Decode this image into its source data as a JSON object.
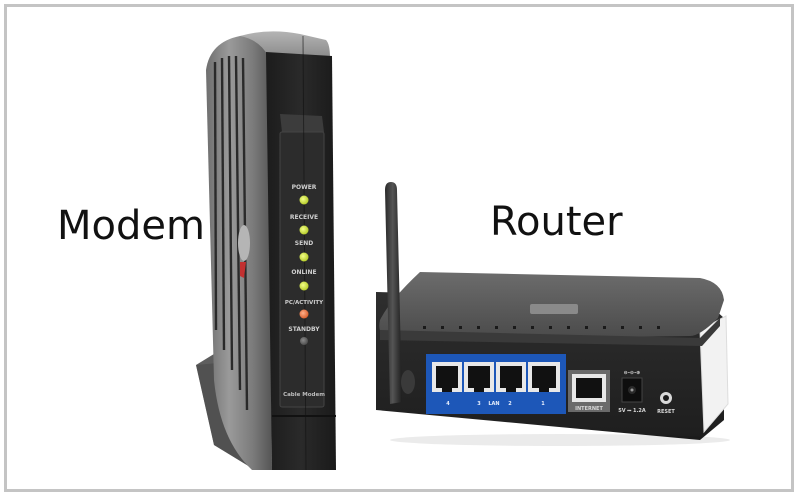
{
  "labels": {
    "modem": "Modem",
    "router": "Router"
  },
  "modem": {
    "front_panel_text": "Cable Modem",
    "indicators": [
      {
        "label": "POWER",
        "color": "#d4e63a"
      },
      {
        "label": "RECEIVE",
        "color": "#d4e63a"
      },
      {
        "label": "SEND",
        "color": "#d4e63a"
      },
      {
        "label": "ONLINE",
        "color": "#c8e03a"
      },
      {
        "label": "PC/ACTIVITY",
        "color": "#e8794a"
      },
      {
        "label": "STANDBY",
        "color": "#6a6a6a"
      }
    ]
  },
  "router": {
    "lan_label": "LAN",
    "lan_port_numbers": [
      "4",
      "3",
      "2",
      "1"
    ],
    "internet_label": "INTERNET",
    "power_label": "5V ⎓ 1.2A",
    "reset_label": "RESET",
    "lan_panel_color": "#1d57b8"
  },
  "frame_color": "#c4c4c4"
}
